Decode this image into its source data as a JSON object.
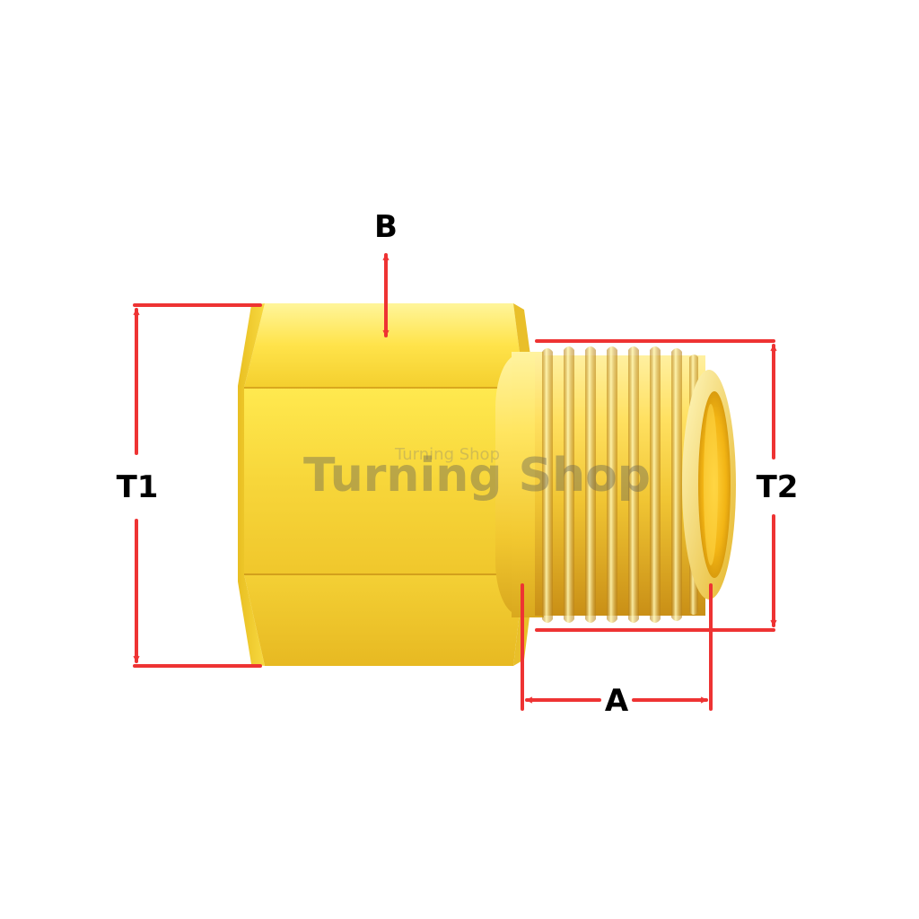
{
  "watermark": {
    "text": "Turning Shop",
    "small_text": "Turning Shop"
  },
  "dimensions": {
    "b_label": "B",
    "a_label": "A",
    "t1_label": "T1",
    "t2_label": "T2"
  },
  "colors": {
    "background": "#ffffff",
    "arrow": "#ee3333",
    "brass_light": "#fff27a",
    "brass_mid": "#f2cf3a",
    "brass_dark": "#c9951a",
    "label": "#000000"
  },
  "icons": {
    "part": "brass-hex-adapter-icon",
    "arrow": "double-arrow-icon"
  }
}
